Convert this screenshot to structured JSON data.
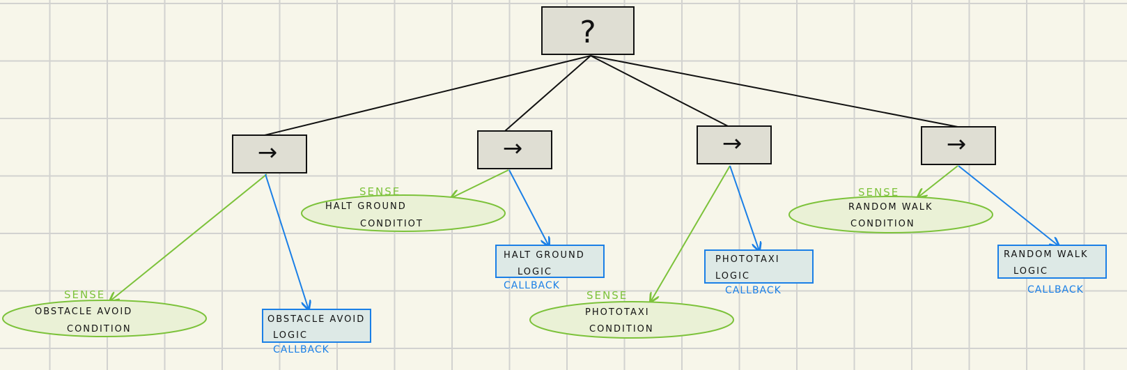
{
  "root": {
    "symbol": "?"
  },
  "sequence_symbol": "→",
  "branches": [
    {
      "sense_tag": "SENSE",
      "condition_lines": [
        "OBSTACLE AVOID",
        "CONDITION"
      ],
      "logic_lines": [
        "OBSTACLE AVOID",
        "LOGIC"
      ],
      "callback_tag": "CALLBACK"
    },
    {
      "sense_tag": "SENSE",
      "condition_lines": [
        "HALT GROUND",
        "CONDITIOT"
      ],
      "logic_lines": [
        "HALT GROUND",
        "LOGIC"
      ],
      "callback_tag": "CALLBACK"
    },
    {
      "sense_tag": "SENSE",
      "condition_lines": [
        "PHOTOTAXI",
        "CONDITION"
      ],
      "logic_lines": [
        "PHOTOTAXI",
        "LOGIC"
      ],
      "callback_tag": "CALLBACK"
    },
    {
      "sense_tag": "SENSE",
      "condition_lines": [
        "RANDOM WALK",
        "CONDITION"
      ],
      "logic_lines": [
        "RANDOM WALK",
        "LOGIC"
      ],
      "callback_tag": "CALLBACK"
    }
  ],
  "colors": {
    "sense": "#7cc23a",
    "callback": "#1a7fe6",
    "control": "#dfded3",
    "background": "#f7f6ea"
  }
}
